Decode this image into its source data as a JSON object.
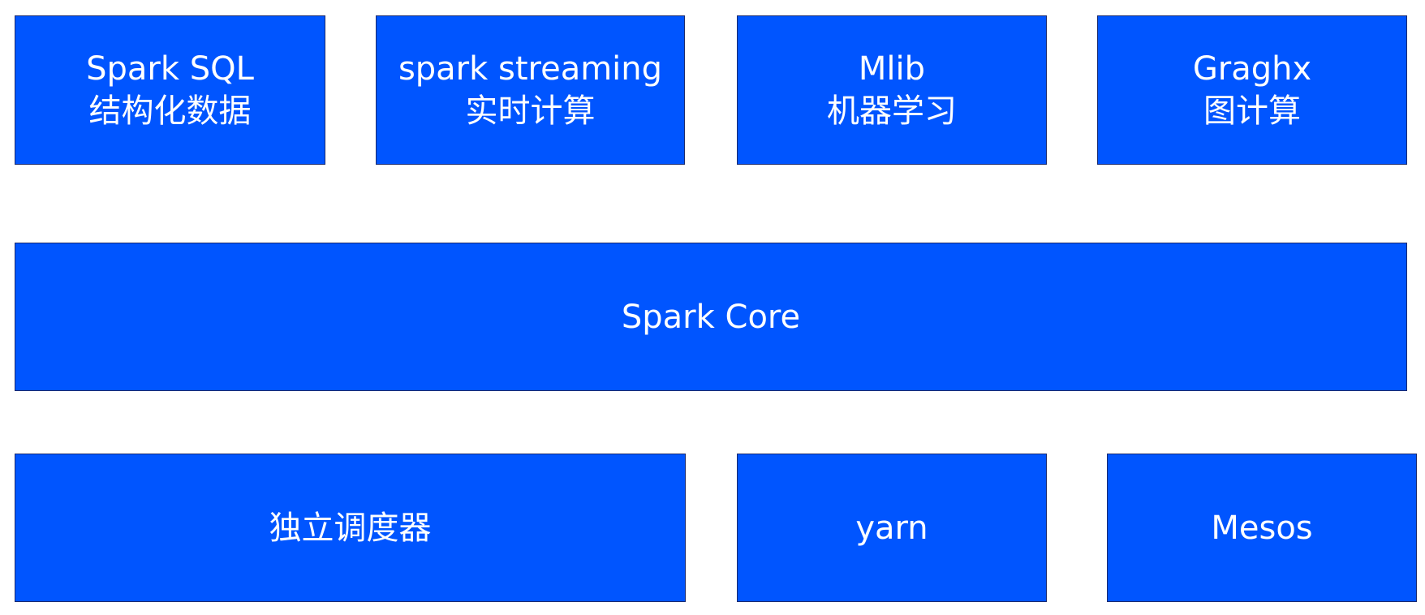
{
  "colors": {
    "block_fill": "#0055ff",
    "block_border": "#1a2a6e",
    "text": "#ffffff",
    "background": "#ffffff"
  },
  "top_row": {
    "spark_sql": {
      "title": "Spark SQL",
      "subtitle": "结构化数据"
    },
    "spark_streaming": {
      "title": "spark streaming",
      "subtitle": "实时计算"
    },
    "mlib": {
      "title": "Mlib",
      "subtitle": "机器学习"
    },
    "graphx": {
      "title": "Graghx",
      "subtitle": "图计算"
    }
  },
  "middle_row": {
    "spark_core": {
      "title": "Spark Core"
    }
  },
  "bottom_row": {
    "standalone": {
      "title": "独立调度器"
    },
    "yarn": {
      "title": "yarn"
    },
    "mesos": {
      "title": "Mesos"
    }
  }
}
